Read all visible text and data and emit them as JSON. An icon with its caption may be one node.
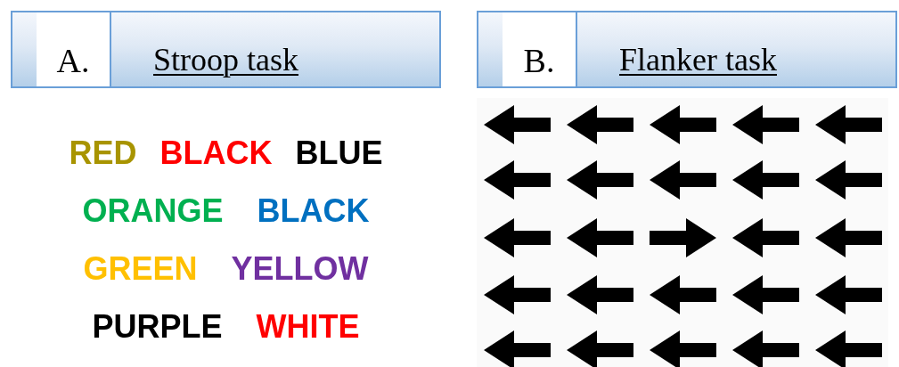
{
  "diagram": {
    "nodes": [
      {
        "text": [
          "A.",
          "Stroop task"
        ]
      },
      {
        "text": [
          "B.",
          "Flanker task"
        ]
      }
    ],
    "labels": [
      "RED",
      "BLACK",
      "BLUE",
      "ORANGE",
      "BLACK",
      "GREEN",
      "YELLOW",
      "PURPLE",
      "WHITE"
    ]
  }
}
